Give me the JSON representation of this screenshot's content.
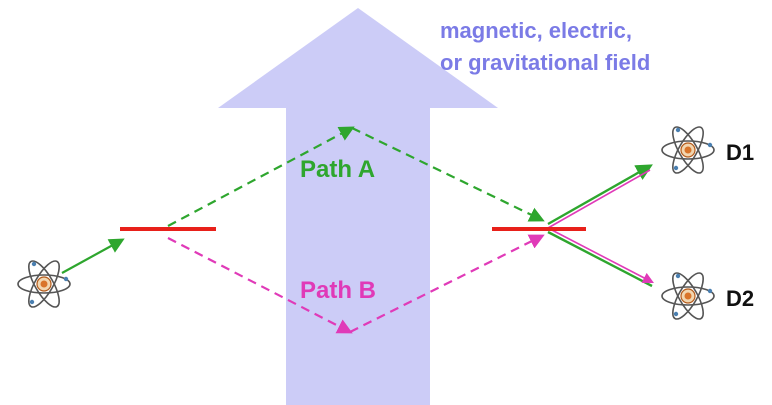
{
  "field": {
    "label_line1": "magnetic, electric,",
    "label_line2": "or gravitational field"
  },
  "paths": {
    "a_label": "Path A",
    "b_label": "Path B"
  },
  "detectors": {
    "d1_label": "D1",
    "d2_label": "D2"
  },
  "colors": {
    "field_arrow": "#c9c9f7",
    "field_text": "#7b7be6",
    "path_a": "#2ea62e",
    "path_b": "#e03ab8",
    "splitter": "#e8201a",
    "atom_orbit": "#555555",
    "atom_nucleus": "#d9742a",
    "detector_text": "#111111"
  }
}
